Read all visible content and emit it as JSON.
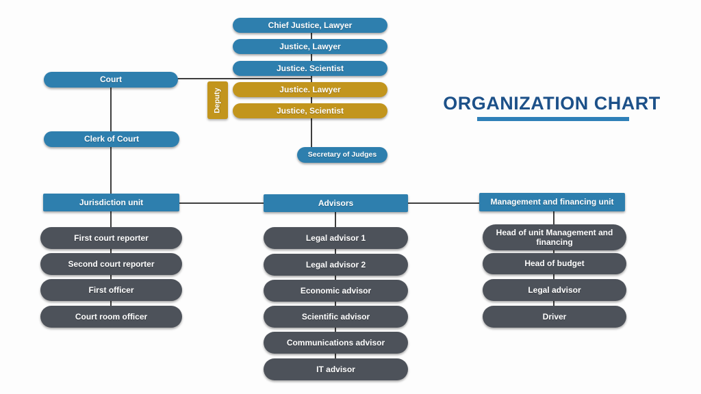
{
  "title": "ORGANIZATION CHART",
  "colors": {
    "node_blue": "#2e7fae",
    "node_gold": "#c2951d",
    "node_dark_gray": "#4d525a",
    "title_blue": "#1d5189",
    "title_underline_blue": "#2f80b8",
    "connector_line": "#3d3d3d",
    "background": "#fdfdfd"
  },
  "top_stack": {
    "items": [
      {
        "label": "Chief Justice, Lawyer",
        "variant": "blue"
      },
      {
        "label": "Justice, Lawyer",
        "variant": "blue"
      },
      {
        "label": "Justice. Scientist",
        "variant": "blue"
      },
      {
        "label": "Justice. Lawyer",
        "variant": "gold"
      },
      {
        "label": "Justice, Scientist",
        "variant": "gold"
      }
    ],
    "deputy_label": "Deputy",
    "secretary_label": "Secretary of Judges"
  },
  "left_branch": {
    "court_label": "Court",
    "clerk_label": "Clerk of Court"
  },
  "columns": [
    {
      "header": "Jurisdiction unit",
      "items": [
        "First court reporter",
        "Second court reporter",
        "First officer",
        "Court room officer"
      ]
    },
    {
      "header": "Advisors",
      "items": [
        "Legal advisor 1",
        "Legal advisor 2",
        "Economic advisor",
        "Scientific advisor",
        "Communications advisor",
        "IT advisor"
      ]
    },
    {
      "header": "Management and financing unit",
      "items": [
        "Head of unit Management and financing",
        "Head of budget",
        "Legal advisor",
        "Driver"
      ]
    }
  ]
}
